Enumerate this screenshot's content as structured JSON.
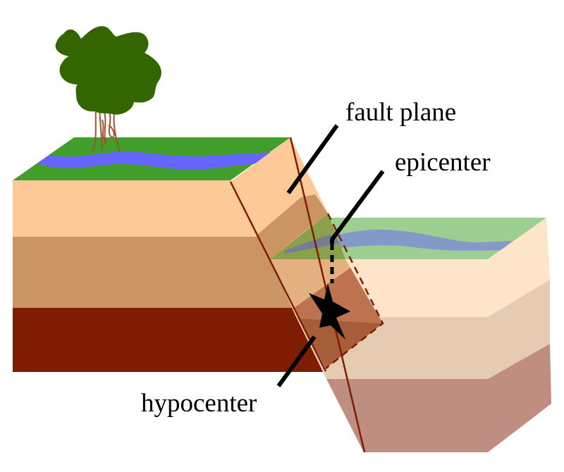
{
  "title": "Earthquake fault diagram",
  "labels": {
    "fault_plane": "fault plane",
    "epicenter": "epicenter",
    "hypocenter": "hypocenter"
  },
  "colors": {
    "grass": "#429e2a",
    "river": "#6666ff",
    "layer_top": "#fdc997",
    "layer_mid": "#cb9563",
    "layer_bottom": "#7e1d02",
    "tree_canopy": "#336600",
    "tree_trunk": "#a0522d",
    "fault_line": "#7e1d02"
  }
}
